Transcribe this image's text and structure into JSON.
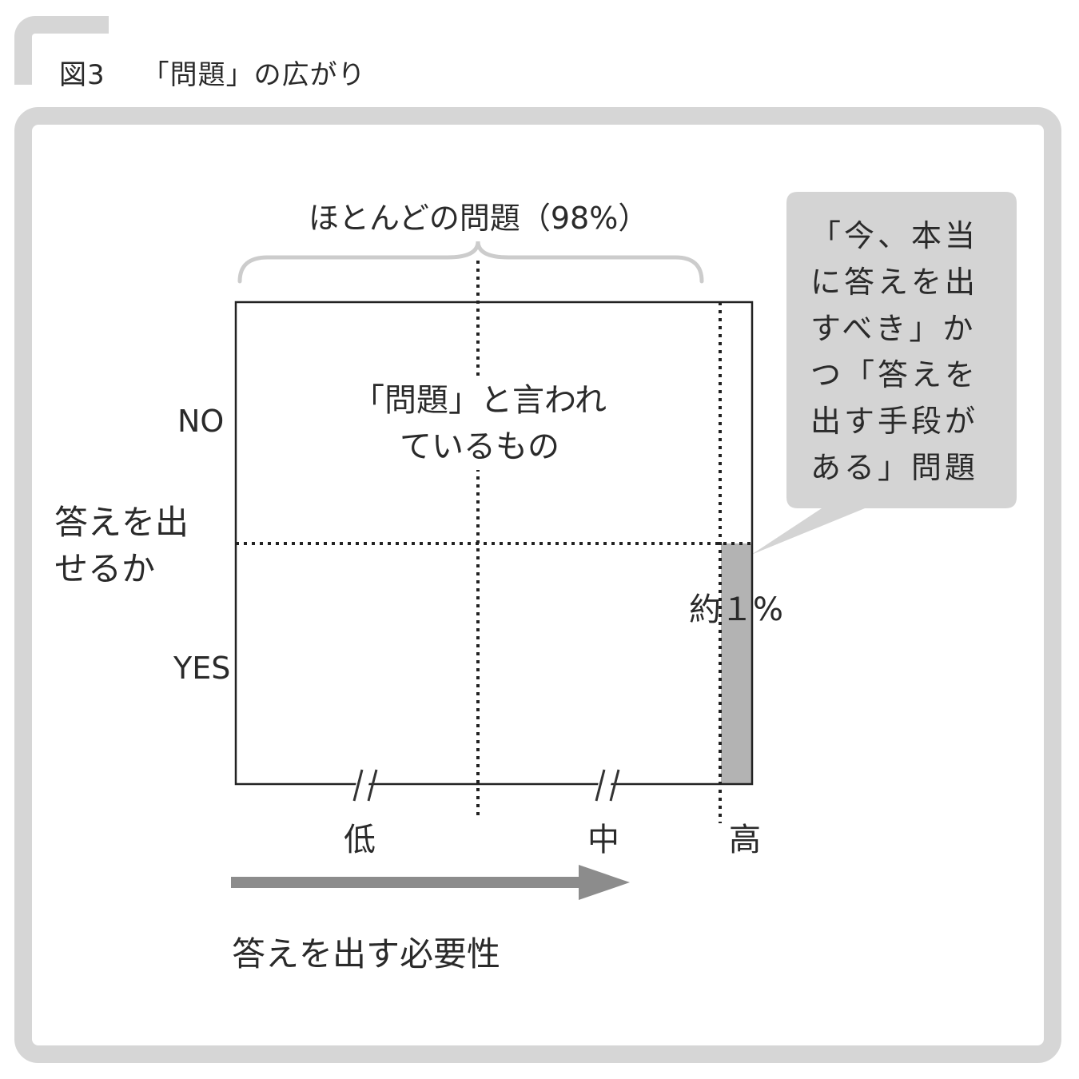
{
  "figure": {
    "number": "図3",
    "title": "「問題」の広がり"
  },
  "diagram": {
    "top_label": "ほとんどの問題（98%）",
    "y_axis": {
      "label": "答えを出せるか",
      "top_value": "NO",
      "bottom_value": "YES"
    },
    "x_axis": {
      "label": "答えを出す必要性",
      "ticks": [
        "低",
        "中",
        "高"
      ]
    },
    "center_text": "「問題」と言われているもの",
    "highlight_label": "約１%",
    "callout": "「今、本当に答えを出すべき」かつ「答えを出す手段がある」問題"
  },
  "colors": {
    "frame": "#d6d6d6",
    "callout_fill": "#d4d4d4",
    "highlight_fill": "#b3b3b3",
    "arrow": "#8c8c8c",
    "lines": "#222222",
    "brace": "#cccccc"
  }
}
